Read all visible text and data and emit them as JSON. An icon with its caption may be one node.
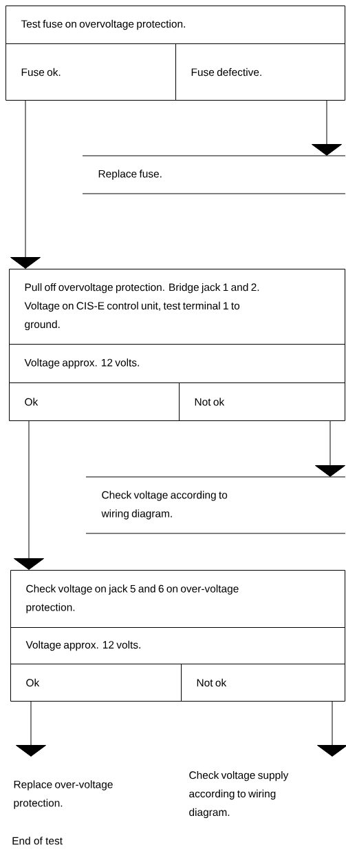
{
  "diagram": {
    "nodes": [
      {
        "text": [
          "Test fuse on overvoltage protection."
        ]
      },
      {
        "text": [
          "Fuse ok."
        ]
      },
      {
        "text": [
          "Fuse defective."
        ]
      },
      {
        "text": [
          "Replace fuse."
        ]
      },
      {
        "text": [
          "Pull off overvoltage protection. Bridge jack 1 and 2. Voltage on CIS-E control unit, test terminal 1 to ground."
        ]
      },
      {
        "text": [
          "Voltage approx. 12 volts."
        ]
      },
      {
        "text": [
          "Ok"
        ]
      },
      {
        "text": [
          "Not ok"
        ]
      },
      {
        "text": [
          "Check voltage according to wiring diagram."
        ]
      },
      {
        "text": [
          "Check voltage on jack 5 and 6 on over-voltage protection."
        ]
      },
      {
        "text": [
          "Voltage approx. 12 volts."
        ]
      },
      {
        "text": [
          "Ok"
        ]
      },
      {
        "text": [
          "Not ok"
        ]
      },
      {
        "text": [
          "Replace over-voltage protection."
        ]
      },
      {
        "text": [
          "Check voltage supply according to wiring diagram."
        ]
      }
    ],
    "edges": [
      {
        "from": 1,
        "to": 4,
        "arrow": "to"
      },
      {
        "from": 2,
        "to": 3,
        "arrow": "to"
      },
      {
        "from": 6,
        "to": 9,
        "arrow": "to"
      },
      {
        "from": 7,
        "to": 8,
        "arrow": "to"
      },
      {
        "from": 11,
        "to": 13,
        "arrow": "to"
      },
      {
        "from": 12,
        "to": 14,
        "arrow": "to"
      }
    ],
    "labels": [
      "End of test"
    ]
  }
}
